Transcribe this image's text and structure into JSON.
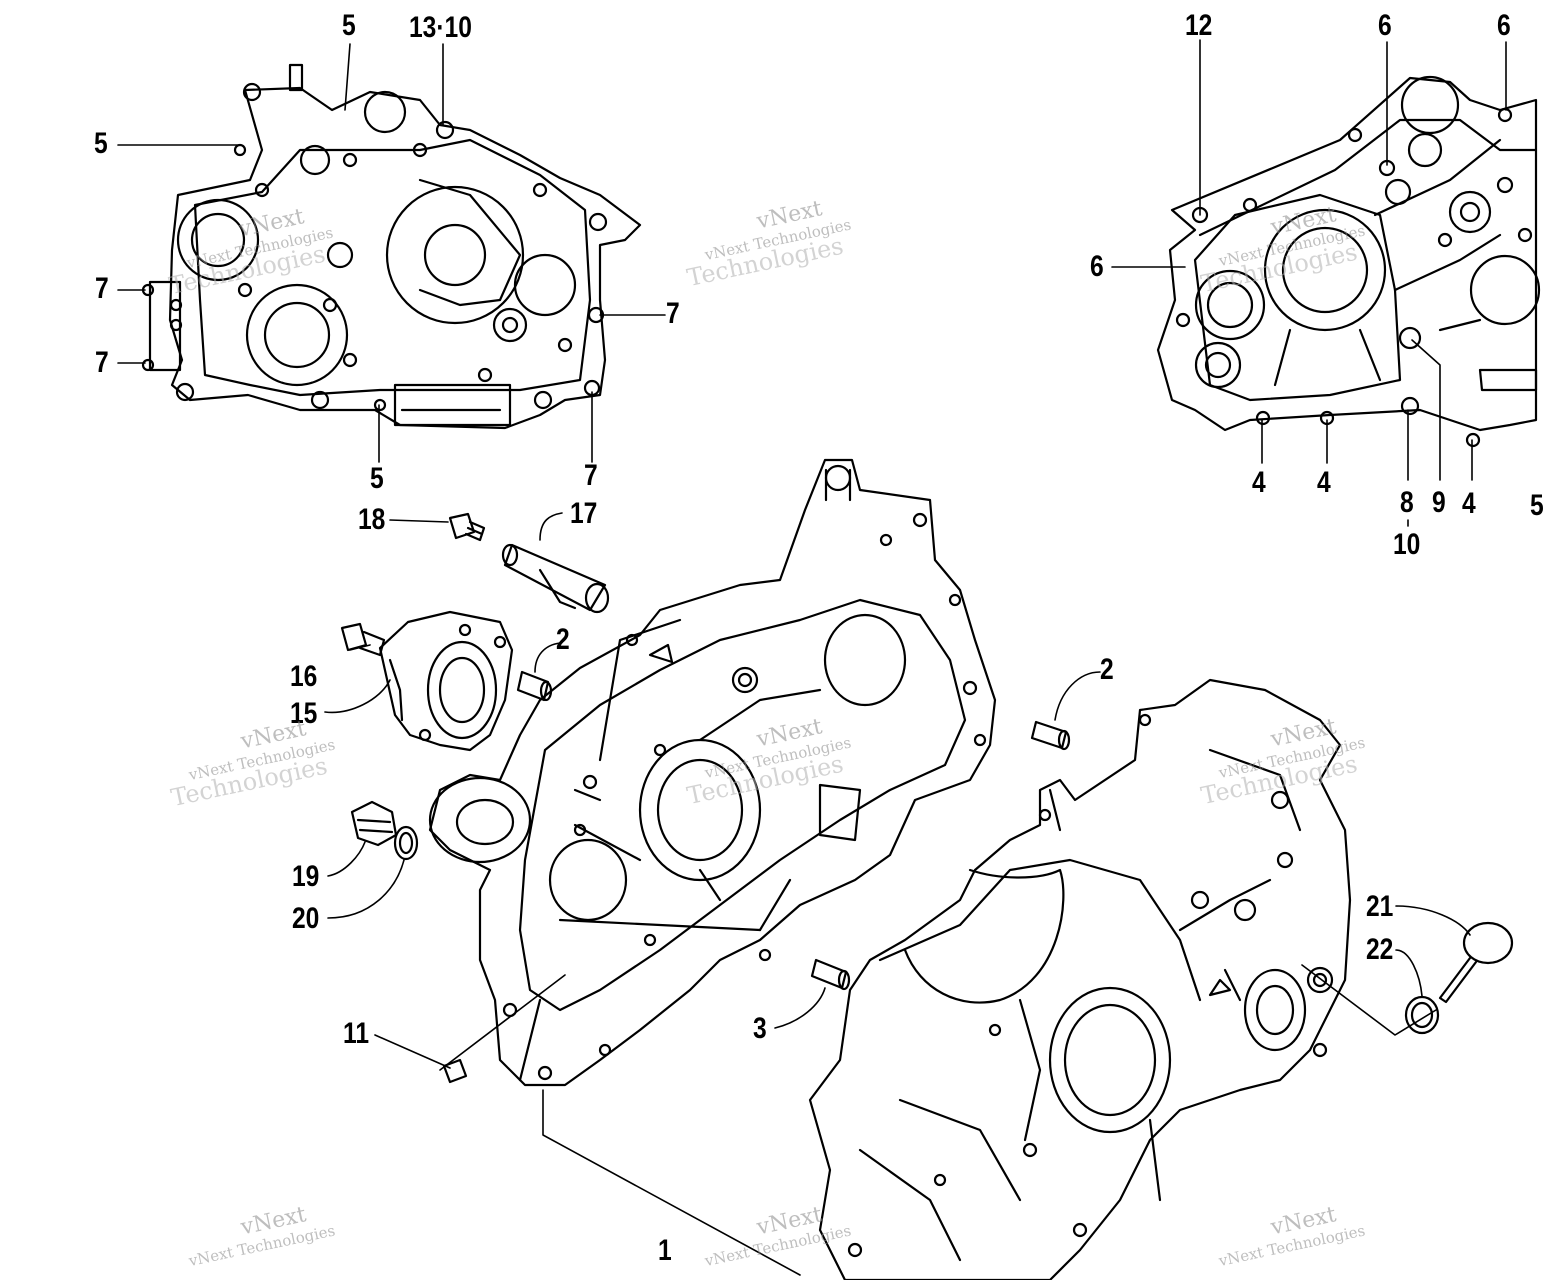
{
  "diagram": {
    "callouts": [
      "1",
      "2",
      "2",
      "3",
      "4",
      "4",
      "4",
      "5",
      "5",
      "5",
      "5",
      "6",
      "6",
      "6",
      "7",
      "7",
      "7",
      "7",
      "8",
      "9",
      "10",
      "11",
      "12",
      "13·10",
      "15",
      "16",
      "17",
      "18",
      "19",
      "20",
      "21",
      "22"
    ],
    "watermark": {
      "brand": "vNext",
      "company": "vNext Technologies",
      "word": "Technologies"
    }
  }
}
